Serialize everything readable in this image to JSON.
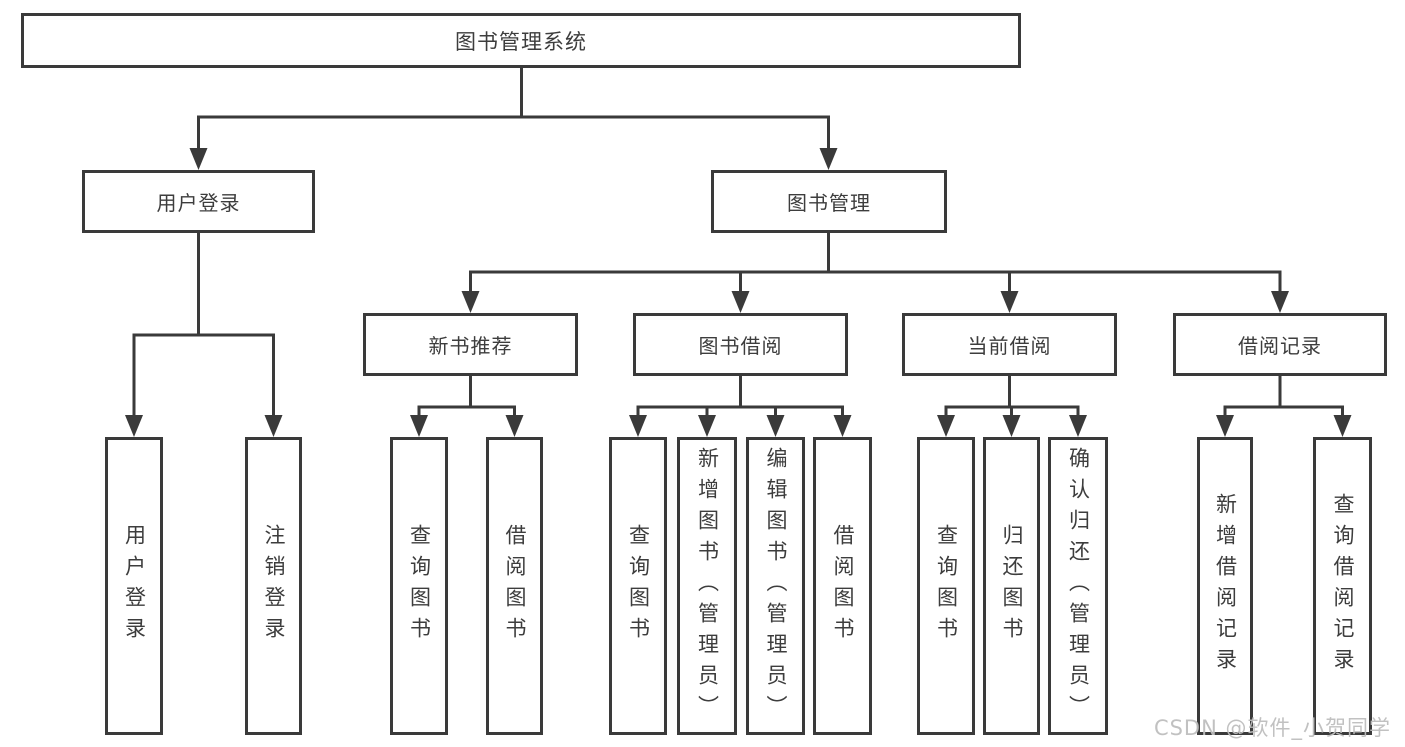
{
  "colors": {
    "line": "#3a3a3a",
    "box_border": "#3a3a3a",
    "box_background": "#ffffff",
    "text": "#3d3d3d",
    "watermark": "#bebebe",
    "page_background": "#ffffff"
  },
  "watermark": {
    "text": "CSDN @软件_小贺同学"
  },
  "tree": {
    "root": {
      "label": "图书管理系统"
    },
    "branches": [
      {
        "label": "用户登录",
        "leaves": [
          {
            "label": "用户登录"
          },
          {
            "label": "注销登录"
          }
        ]
      },
      {
        "label": "图书管理",
        "groups": [
          {
            "label": "新书推荐",
            "leaves": [
              {
                "label": "查询图书"
              },
              {
                "label": "借阅图书"
              }
            ]
          },
          {
            "label": "图书借阅",
            "leaves": [
              {
                "label": "查询图书"
              },
              {
                "label": "新增图书（管理员）"
              },
              {
                "label": "编辑图书（管理员）"
              },
              {
                "label": "借阅图书"
              }
            ]
          },
          {
            "label": "当前借阅",
            "leaves": [
              {
                "label": "查询图书"
              },
              {
                "label": "归还图书"
              },
              {
                "label": "确认归还（管理员）"
              }
            ]
          },
          {
            "label": "借阅记录",
            "leaves": [
              {
                "label": "新增借阅记录"
              },
              {
                "label": "查询借阅记录"
              }
            ]
          }
        ]
      }
    ]
  }
}
